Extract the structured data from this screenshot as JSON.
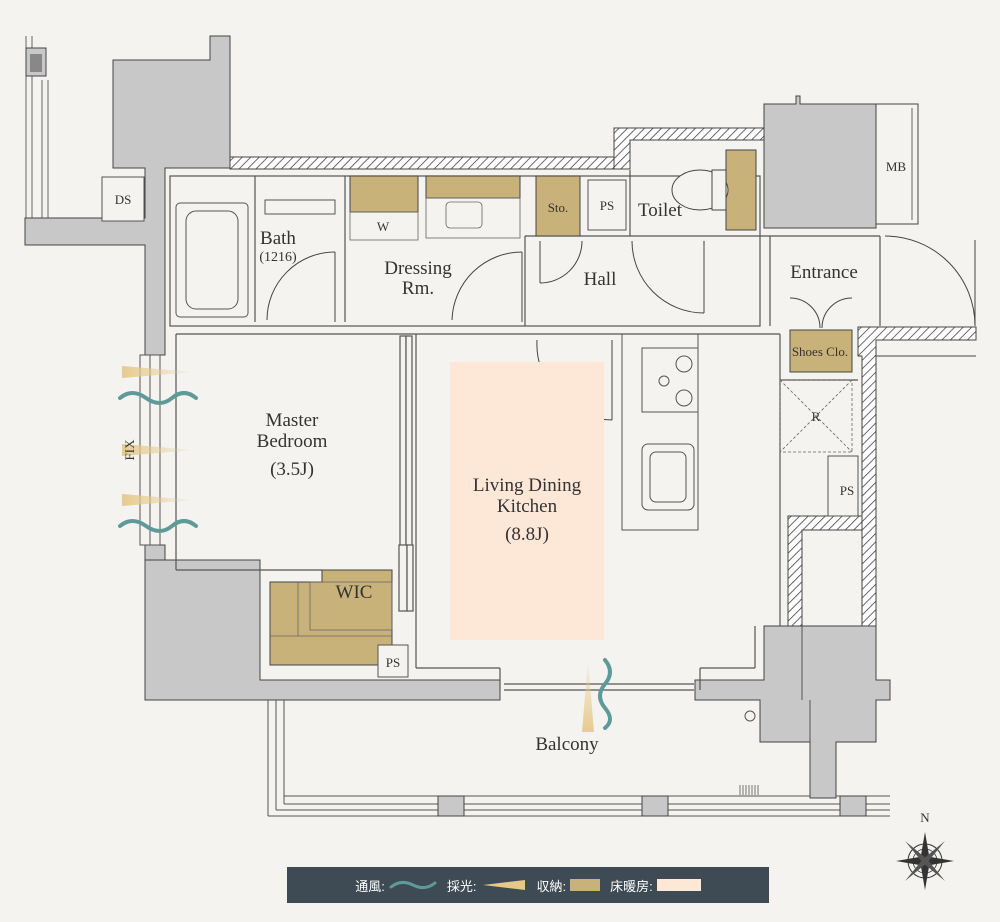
{
  "rooms": {
    "bath": "Bath",
    "bath_size": "(1216)",
    "dressing_1": "Dressing",
    "dressing_2": "Rm.",
    "hall": "Hall",
    "toilet": "Toilet",
    "entrance": "Entrance",
    "master_1": "Master",
    "master_2": "Bedroom",
    "master_size": "(3.5J)",
    "ldk_1": "Living Dining",
    "ldk_2": "Kitchen",
    "ldk_size": "(8.8J)",
    "wic": "WIC",
    "balcony": "Balcony"
  },
  "small_labels": {
    "ds": "DS",
    "mb": "MB",
    "w": "W",
    "sto": "Sto.",
    "ps": "PS",
    "shoes": "Shoes Clo.",
    "r": "R",
    "fix": "FIX"
  },
  "compass": {
    "north": "N"
  },
  "legend": {
    "ventilation": "通風:",
    "daylight": "採光:",
    "storage": "収納:",
    "floor_heating": "床暖房:"
  },
  "colors": {
    "wall_gray": "#c8c8c8",
    "storage": "#c9b27a",
    "floor_heating": "#fde8d8",
    "wind": "#5e9a99",
    "light": "#e6c98a",
    "legend_bg": "#3e4b54"
  }
}
